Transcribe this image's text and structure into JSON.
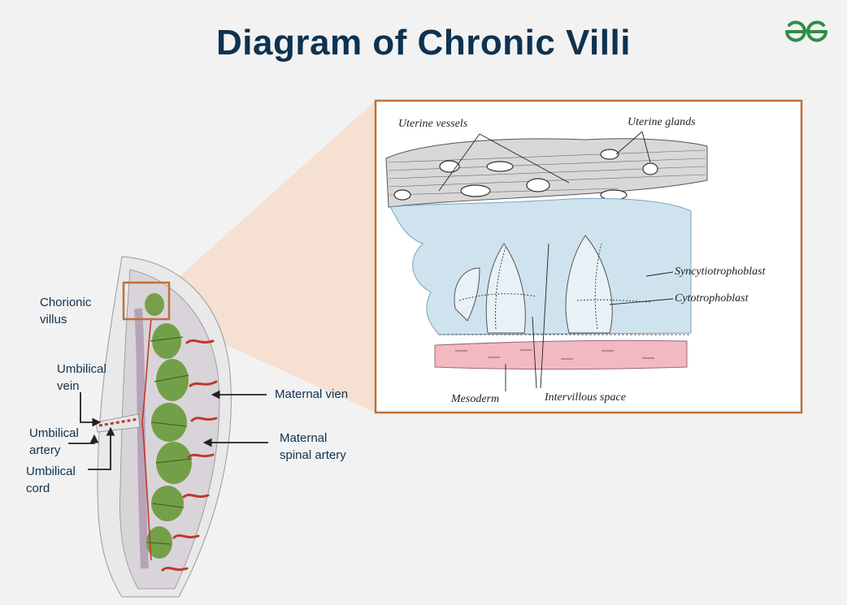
{
  "title": "Diagram of Chronic Villi",
  "logo": {
    "icon": "geeksforgeeks-logo-icon",
    "color": "#2f8d46"
  },
  "labels": {
    "chorionic_villus": "Chorionic\nvillus",
    "umbilical_vein": "Umbilical\nvein",
    "umbilical_artery": "Umbilical\nartery",
    "umbilical_cord": "Umbilical\ncord",
    "maternal_vein": "Maternal vien",
    "maternal_spinal_artery": "Maternal\nspinal artery"
  },
  "inset_labels": {
    "uterine_vessels": "Uterine vessels",
    "uterine_glands": "Uterine glands",
    "syncytiotrophoblast": "Syncytiotrophoblast",
    "cytotrophoblast": "Cytotrophoblast",
    "mesoderm": "Mesoderm",
    "intervillous_space": "Intervillous space"
  },
  "colors": {
    "title": "#0e3250",
    "highlight_box": "#c0703a",
    "zoom_fan": "#f6d9c6",
    "villus_blue": "#cfe3ef",
    "mesoderm_pink": "#f2b9c3",
    "villus_green": "#6a9a3a",
    "vessel_red": "#c0392b"
  }
}
